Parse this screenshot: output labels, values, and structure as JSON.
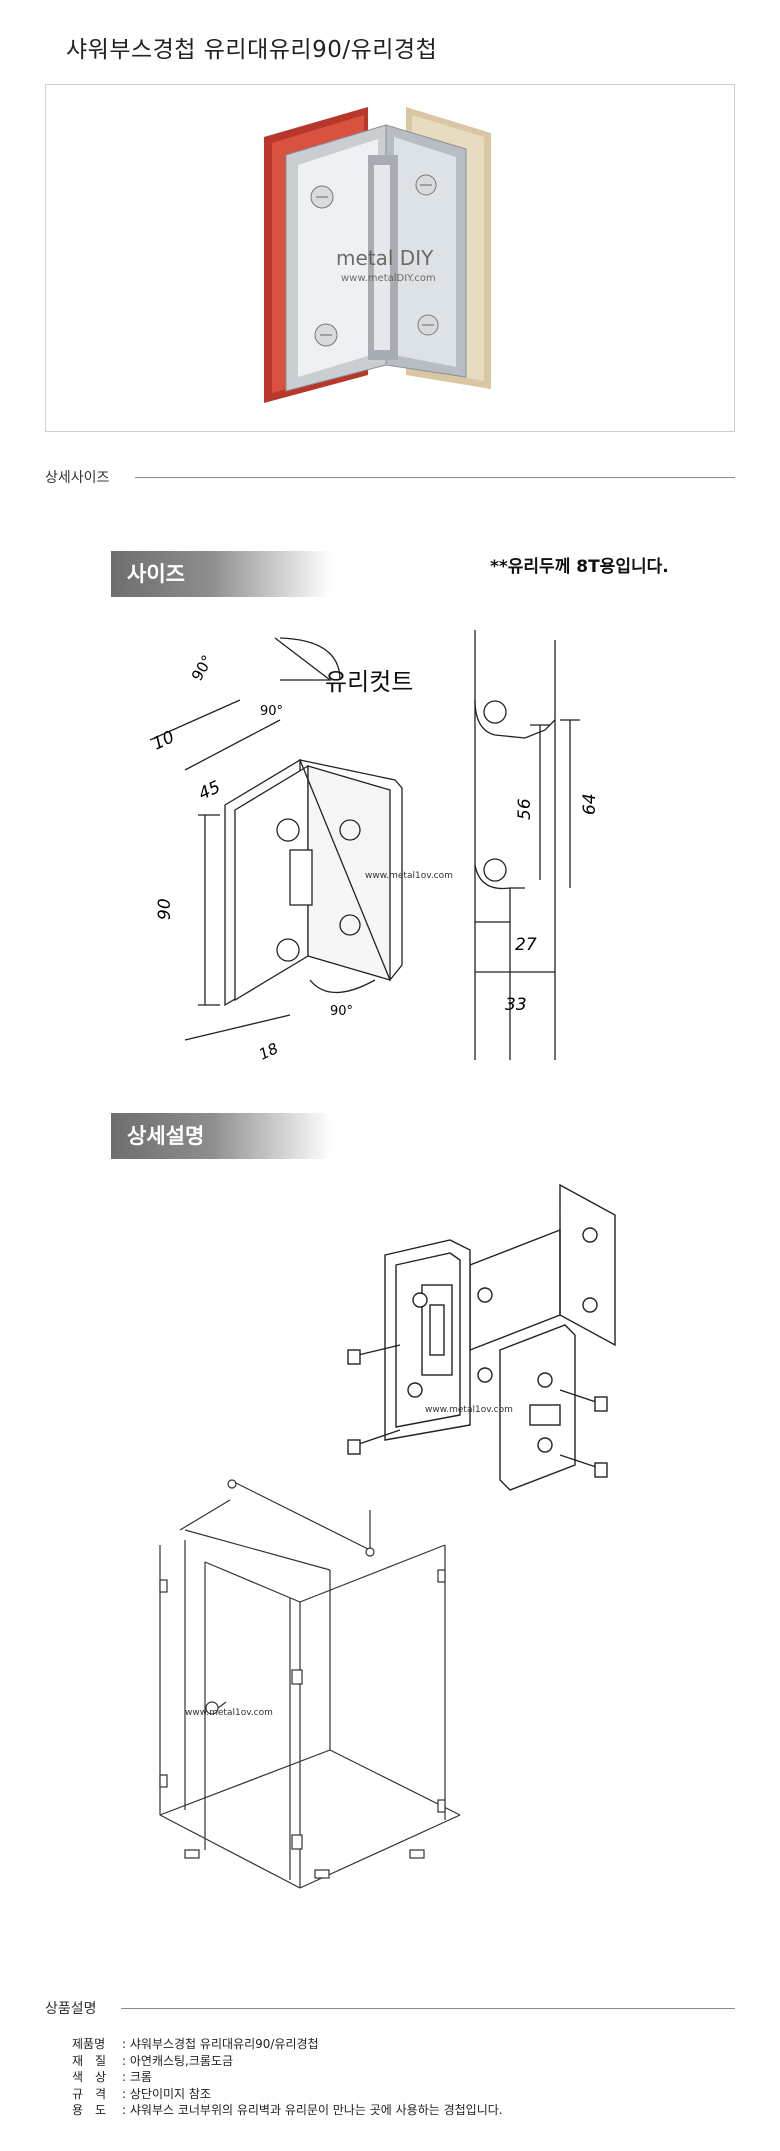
{
  "title": "샤워부스경첩 유리대유리90/유리경첩",
  "watermark": {
    "brand": "metal DIY",
    "url": "www.metalDIY.com",
    "small": "www.metal1ov.com"
  },
  "sections": {
    "size_detail": "상세사이즈",
    "product_desc": "상품설명"
  },
  "tags": {
    "size": "사이즈",
    "detail": "상세설명"
  },
  "note": "**유리두께 8T용입니다.",
  "glass_cut_label": "유리컷트",
  "dimensions": {
    "angle_top": "90°",
    "angle_top2": "90°",
    "angle_bottom": "90°",
    "d10": "10",
    "d45": "45",
    "d90": "90",
    "d18": "18",
    "d56": "56",
    "d64": "64",
    "d27": "27",
    "d33": "33"
  },
  "specs": [
    {
      "key": "제품명",
      "value": "샤워부스경첩 유리대유리90/유리경첩"
    },
    {
      "key": "재　질",
      "value": "아연캐스팅,크롬도금"
    },
    {
      "key": "색　상",
      "value": "크롬"
    },
    {
      "key": "규　격",
      "value": "상단이미지 참조"
    },
    {
      "key": "용　도",
      "value": "샤워부스 코너부위의 유리벽과 유리문이 만나는 곳에 사용하는 경첩입니다."
    }
  ],
  "colors": {
    "tag_gray": "#7d7d7d",
    "glass_red": "#c0392b",
    "chrome": "#c9ced3"
  }
}
